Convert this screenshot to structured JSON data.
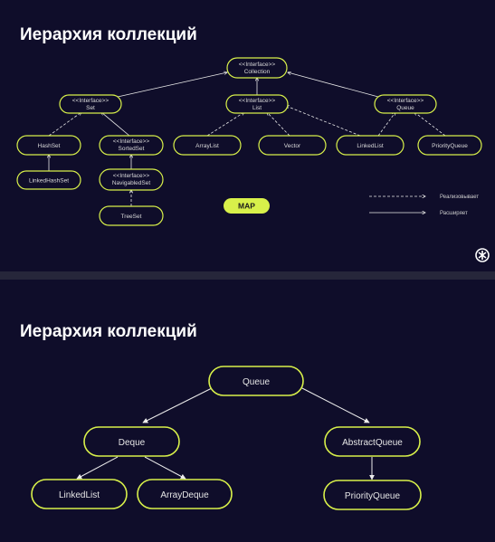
{
  "slide1": {
    "title": "Иерархия коллекций",
    "nodes": {
      "collection": {
        "tag": "<<Interface>>",
        "name": "Collection"
      },
      "set": {
        "tag": "<<Interface>>",
        "name": "Set"
      },
      "list": {
        "tag": "<<Interface>>",
        "name": "List"
      },
      "queue": {
        "tag": "<<Interface>>",
        "name": "Queue"
      },
      "hashset": {
        "name": "HashSet"
      },
      "sortedset": {
        "tag": "<<Interface>>",
        "name": "SortedSet"
      },
      "arraylist": {
        "name": "ArrayList"
      },
      "vector": {
        "name": "Vector"
      },
      "linkedlist": {
        "name": "LinkedList"
      },
      "priorityqueue": {
        "name": "PriorityQueue"
      },
      "linkedhashset": {
        "name": "LinkedHashSet"
      },
      "navigableset": {
        "tag": "<<Interface>>",
        "name": "NavigabledSet"
      },
      "treeset": {
        "name": "TreeSet"
      }
    },
    "map_label": "MAP",
    "legend": {
      "implements": "Реализовывает",
      "extends": "Расширяет"
    }
  },
  "slide2": {
    "title": "Иерархия коллекций",
    "nodes": {
      "queue": "Queue",
      "deque": "Deque",
      "abstractqueue": "AbstractQueue",
      "linkedlist": "LinkedList",
      "arraydeque": "ArrayDeque",
      "priorityqueue": "PriorityQueue"
    }
  },
  "colors": {
    "background": "#0f0d2a",
    "accent": "#d8f04a",
    "separator": "#26263a"
  },
  "icons": [
    "brand-logo-icon"
  ]
}
